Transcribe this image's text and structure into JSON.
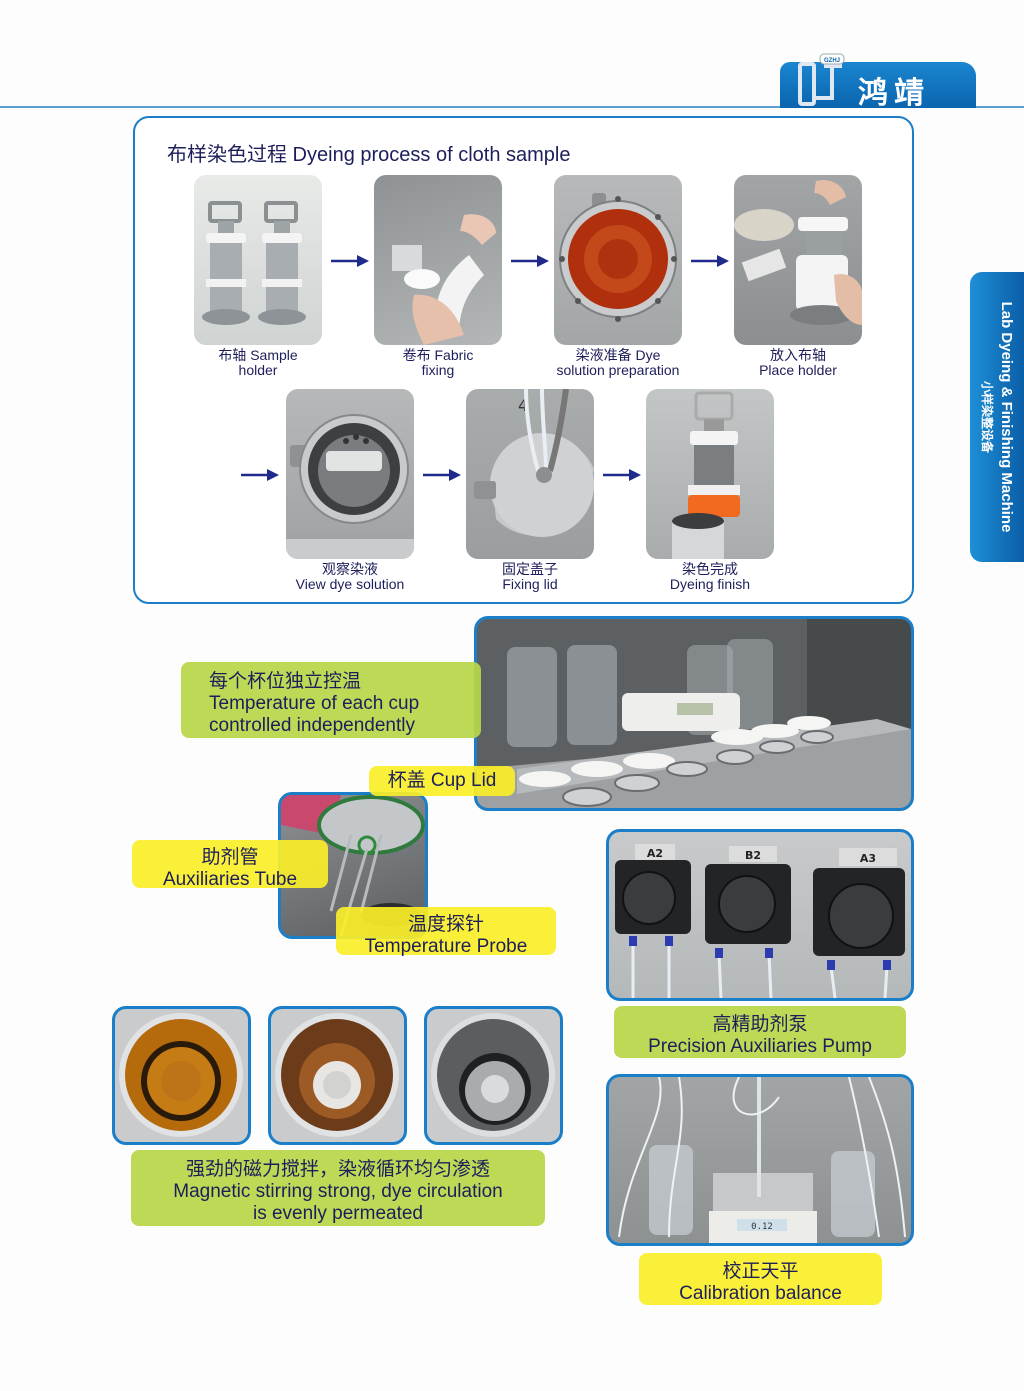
{
  "header": {
    "brand_mark": "GZHJ",
    "brand_name": "鸿靖",
    "colors": {
      "primary_blue": "#1a7fc8",
      "green_label": "#b8d648",
      "yellow_label": "#faee28",
      "text_navy": "#1d1f5a"
    }
  },
  "side_tab": {
    "cn": "小样染整设备",
    "en": "Lab Dyeing & Finishing Machine"
  },
  "process": {
    "title": "布样染色过程 Dyeing process of cloth sample",
    "steps": [
      {
        "cn": "布轴 Sample",
        "en": "holder"
      },
      {
        "cn": "卷布 Fabric",
        "en": "fixing"
      },
      {
        "cn": "染液准备 Dye",
        "en": "solution preparation"
      },
      {
        "cn": "放入布轴",
        "en": "Place holder"
      },
      {
        "cn": "观察染液",
        "en": "View dye solution"
      },
      {
        "cn": "固定盖子",
        "en": "Fixing lid"
      },
      {
        "cn": "染色完成",
        "en": "Dyeing finish"
      }
    ],
    "arrow_icon": "right-arrow"
  },
  "features": {
    "temp_control": {
      "cn": "每个杯位独立控温",
      "en1": "Temperature of each cup",
      "en2": "controlled independently"
    },
    "cup_lid": {
      "text": "杯盖 Cup Lid"
    },
    "aux_tube": {
      "cn": "助剂管",
      "en": "Auxiliaries Tube"
    },
    "temp_probe": {
      "cn": "温度探针",
      "en": "Temperature Probe"
    },
    "pump": {
      "cn": "高精助剂泵",
      "en": "Precision Auxiliaries Pump",
      "pump_labels": [
        "A2",
        "B2",
        "A3"
      ]
    },
    "stirring": {
      "cn": "强劲的磁力搅拌，染液循环均匀渗透",
      "en1": "Magnetic stirring strong, dye circulation",
      "en2": "is evenly permeated"
    },
    "balance": {
      "cn": "校正天平",
      "en": "Calibration balance",
      "display_value": "0.12"
    }
  }
}
